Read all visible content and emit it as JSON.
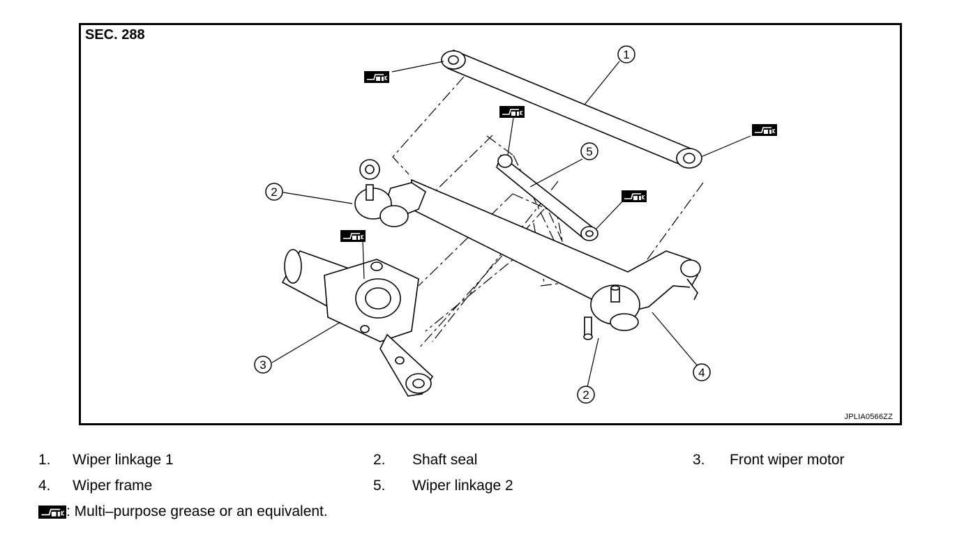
{
  "figure": {
    "section": "SEC. 288",
    "figure_id": "JPLIA0566ZZ",
    "callouts": [
      "1",
      "2",
      "3",
      "4",
      "5"
    ]
  },
  "legend": {
    "items": [
      {
        "num": "1.",
        "label": "Wiper linkage 1"
      },
      {
        "num": "2.",
        "label": "Shaft seal"
      },
      {
        "num": "3.",
        "label": "Front wiper motor"
      },
      {
        "num": "4.",
        "label": "Wiper frame"
      },
      {
        "num": "5.",
        "label": "Wiper linkage 2"
      }
    ],
    "note": ": Multi–purpose grease or an equivalent.",
    "note_icon": "grease-icon"
  }
}
